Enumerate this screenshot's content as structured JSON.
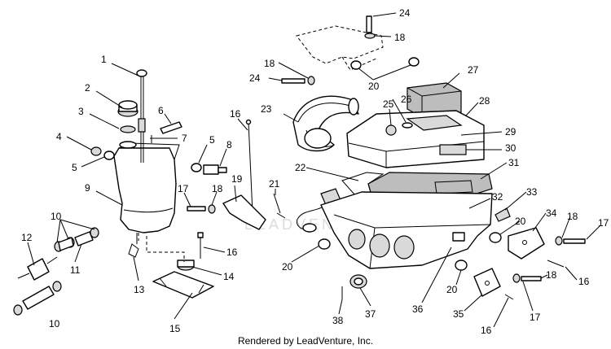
{
  "watermark_text": "LEADVENTURE",
  "credit": "Rendered by LeadVenture, Inc.",
  "callouts": [
    {
      "id": "c1",
      "text": "1"
    },
    {
      "id": "c2",
      "text": "2"
    },
    {
      "id": "c3",
      "text": "3"
    },
    {
      "id": "c4",
      "text": "4"
    },
    {
      "id": "c5a",
      "text": "5"
    },
    {
      "id": "c5b",
      "text": "5"
    },
    {
      "id": "c6",
      "text": "6"
    },
    {
      "id": "c7",
      "text": "7"
    },
    {
      "id": "c8",
      "text": "8"
    },
    {
      "id": "c9",
      "text": "9"
    },
    {
      "id": "c10a",
      "text": "10"
    },
    {
      "id": "c10b",
      "text": "10"
    },
    {
      "id": "c11",
      "text": "11"
    },
    {
      "id": "c12",
      "text": "12"
    },
    {
      "id": "c13",
      "text": "13"
    },
    {
      "id": "c14",
      "text": "14"
    },
    {
      "id": "c15",
      "text": "15"
    },
    {
      "id": "c16a",
      "text": "16"
    },
    {
      "id": "c16b",
      "text": "16"
    },
    {
      "id": "c16c",
      "text": "16"
    },
    {
      "id": "c16d",
      "text": "16"
    },
    {
      "id": "c17a",
      "text": "17"
    },
    {
      "id": "c17b",
      "text": "17"
    },
    {
      "id": "c17c",
      "text": "17"
    },
    {
      "id": "c18a",
      "text": "18"
    },
    {
      "id": "c18b",
      "text": "18"
    },
    {
      "id": "c18c",
      "text": "18"
    },
    {
      "id": "c18d",
      "text": "18"
    },
    {
      "id": "c18e",
      "text": "18"
    },
    {
      "id": "c19",
      "text": "19"
    },
    {
      "id": "c20a",
      "text": "20"
    },
    {
      "id": "c20b",
      "text": "20"
    },
    {
      "id": "c20c",
      "text": "20"
    },
    {
      "id": "c20d",
      "text": "20"
    },
    {
      "id": "c21",
      "text": "21"
    },
    {
      "id": "c22",
      "text": "22"
    },
    {
      "id": "c23",
      "text": "23"
    },
    {
      "id": "c24a",
      "text": "24"
    },
    {
      "id": "c24b",
      "text": "24"
    },
    {
      "id": "c25",
      "text": "25"
    },
    {
      "id": "c26",
      "text": "26"
    },
    {
      "id": "c27",
      "text": "27"
    },
    {
      "id": "c28",
      "text": "28"
    },
    {
      "id": "c29",
      "text": "29"
    },
    {
      "id": "c30",
      "text": "30"
    },
    {
      "id": "c31",
      "text": "31"
    },
    {
      "id": "c32",
      "text": "32"
    },
    {
      "id": "c33",
      "text": "33"
    },
    {
      "id": "c34",
      "text": "34"
    },
    {
      "id": "c35",
      "text": "35"
    },
    {
      "id": "c36",
      "text": "36"
    },
    {
      "id": "c37",
      "text": "37"
    },
    {
      "id": "c38",
      "text": "38"
    }
  ]
}
